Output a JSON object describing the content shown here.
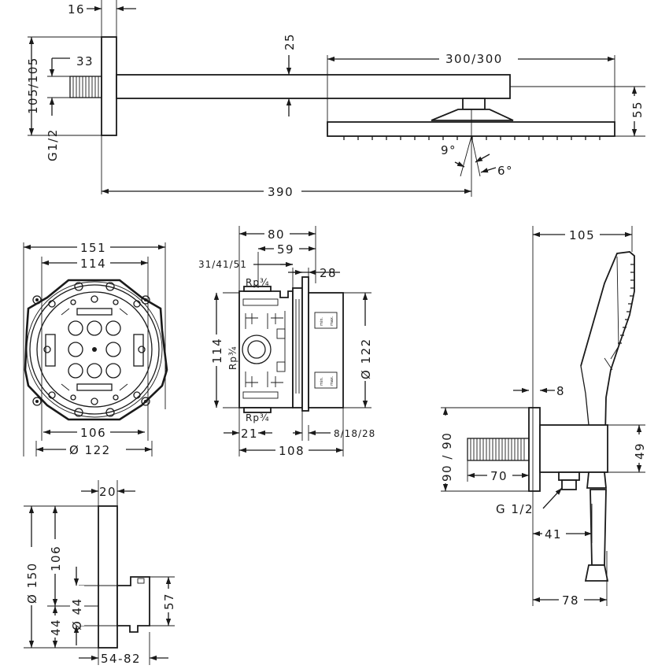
{
  "overhead": {
    "d_16": "16",
    "d_25": "25",
    "d_33": "33",
    "d_105": "105/105",
    "d_g12": "G1/2",
    "d_300": "300/300",
    "d_55": "55",
    "d_9deg": "9°",
    "d_6deg": "6°",
    "d_390": "390"
  },
  "box": {
    "d_151": "151",
    "d_114": "114",
    "d_106": "106",
    "d_122": "Ø 122"
  },
  "valve": {
    "d_80": "80",
    "d_59": "59",
    "d_315": "31/41/51",
    "d_28": "28",
    "rp_top": "Rp¾",
    "rp_side": "Rp¾",
    "rp_bot": "Rp¾",
    "d_114": "114",
    "d_122": "Ø 122",
    "d_21": "21",
    "d_81828": "8/18/28",
    "d_108": "108",
    "label_min": "min.",
    "label_max": "max."
  },
  "hand": {
    "d_105": "105",
    "d_8": "8",
    "d_90": "90 / 90",
    "d_49": "49",
    "d_70": "70",
    "d_g12": "G 1/2",
    "d_41": "41",
    "d_78": "78"
  },
  "plate": {
    "d_20": "20",
    "d_150": "Ø 150",
    "d_106": "106",
    "d_44a": "Ø 44",
    "d_44b": "44",
    "d_57": "57",
    "d_5482": "54-82"
  }
}
